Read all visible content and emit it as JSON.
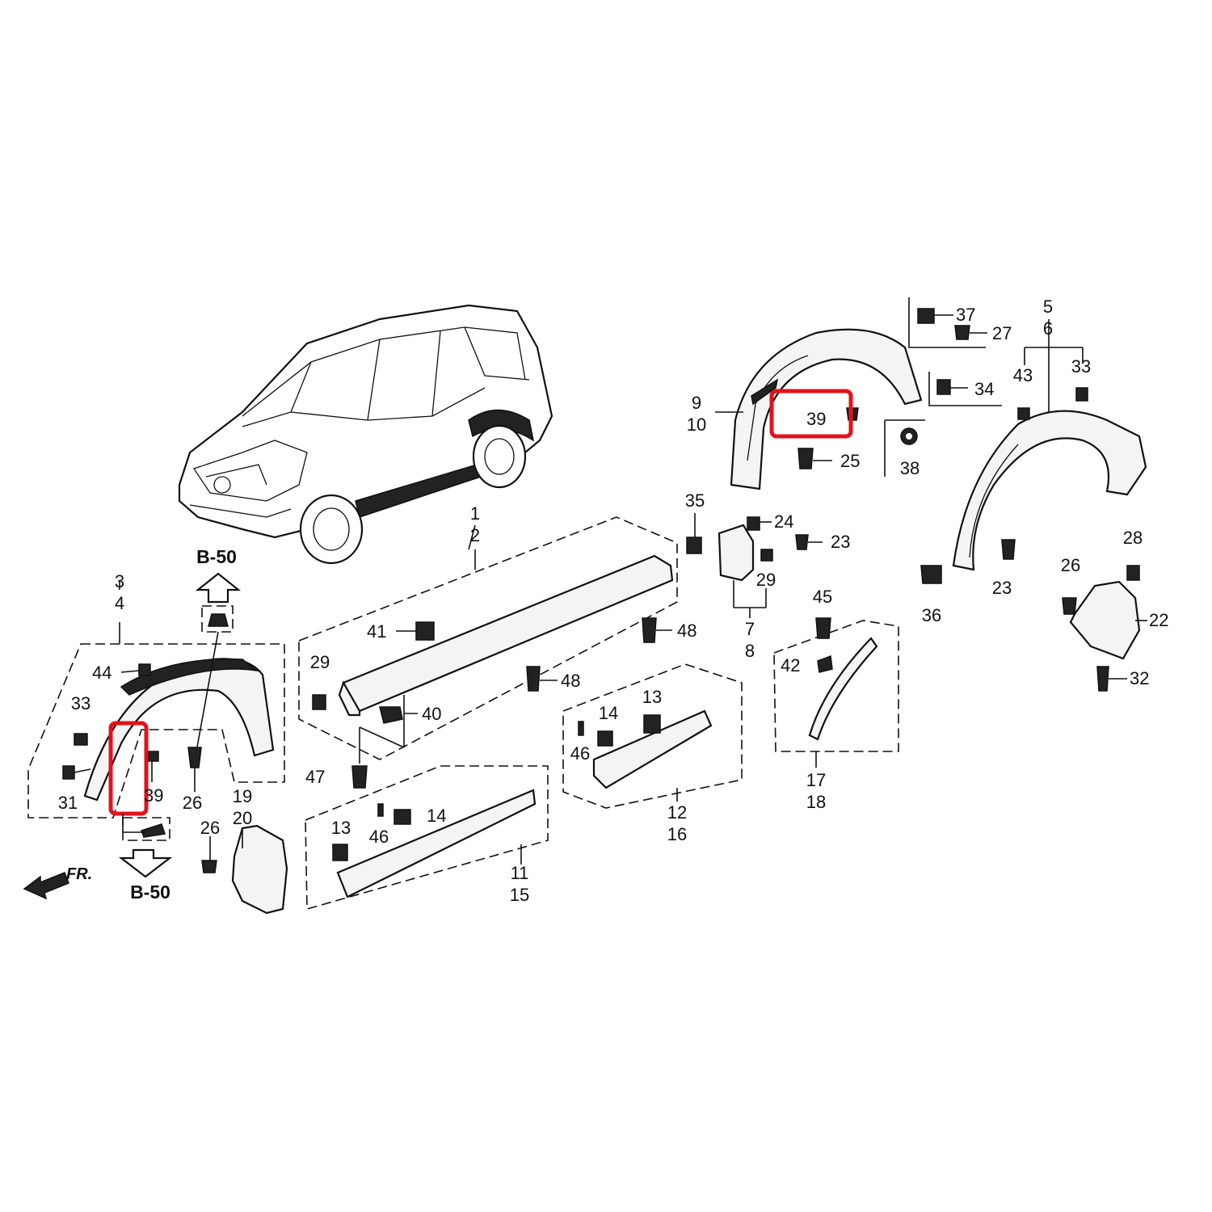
{
  "labels": {
    "l1": "1",
    "l2": "2",
    "l3": "3",
    "l4": "4",
    "l5": "5",
    "l6": "6",
    "l7": "7",
    "l8": "8",
    "l9": "9",
    "l10": "10",
    "l11": "11",
    "l12": "12",
    "l13a": "13",
    "l13b": "13",
    "l14a": "14",
    "l14b": "14",
    "l15": "15",
    "l16": "16",
    "l17": "17",
    "l18": "18",
    "l19": "19",
    "l20": "20",
    "l22": "22",
    "l23a": "23",
    "l23b": "23",
    "l24": "24",
    "l25": "25",
    "l26a": "26",
    "l26b": "26",
    "l26c": "26",
    "l27": "27",
    "l28": "28",
    "l29a": "29",
    "l29b": "29",
    "l31": "31",
    "l32": "32",
    "l33a": "33",
    "l33b": "33",
    "l34": "34",
    "l35": "35",
    "l36": "36",
    "l37": "37",
    "l38": "38",
    "l39a": "39",
    "l39b": "39",
    "l40": "40",
    "l41": "41",
    "l42": "42",
    "l43": "43",
    "l44": "44",
    "l45": "45",
    "l46a": "46",
    "l46b": "46",
    "l47": "47",
    "l48a": "48",
    "l48b": "48"
  },
  "refs": {
    "top": "B-50",
    "bottom": "B-50",
    "front": "FR."
  },
  "highlights": {
    "color": "#e3121b"
  }
}
